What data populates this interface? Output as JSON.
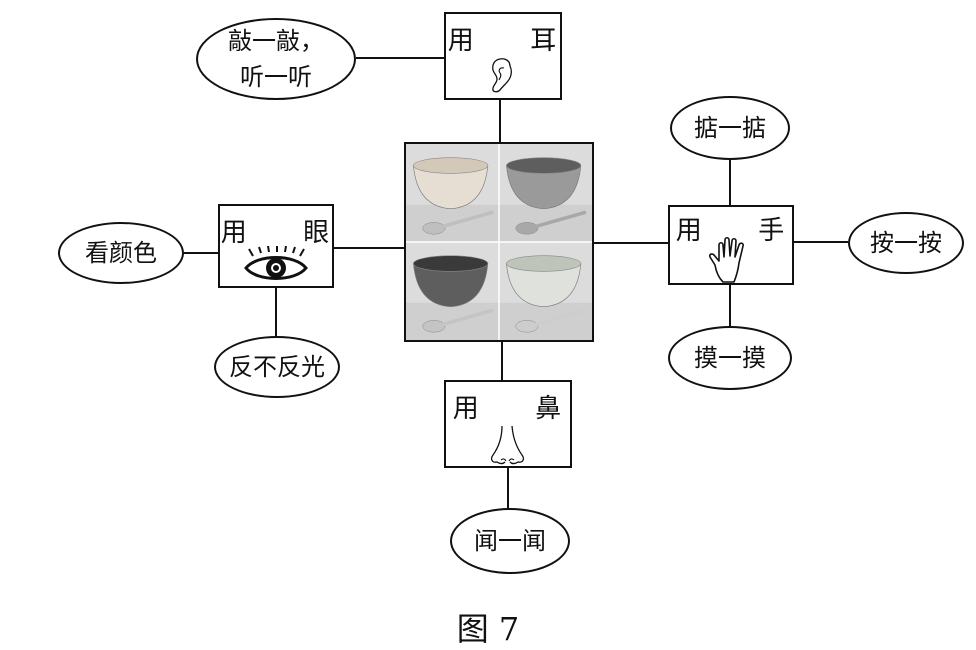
{
  "center": {
    "photo_alt": "bowls and spoons",
    "panels": [
      {
        "bowl_color": "#e6ded2",
        "bowl_inner": "#d4c9b9",
        "spoon_color": "#bfbfbf"
      },
      {
        "bowl_color": "#9a9a9a",
        "bowl_inner": "#5e5e5e",
        "spoon_color": "#a8a8a8"
      },
      {
        "bowl_color": "#5e5e5e",
        "bowl_inner": "#3a3a3a",
        "spoon_color": "#c4c4c4"
      },
      {
        "bowl_color": "#dfe2dc",
        "bowl_inner": "#bfc4ba",
        "spoon_color": "#cdcdcd"
      }
    ]
  },
  "senses": {
    "ear": {
      "label_a": "用",
      "label_b": "耳",
      "icon": "ear-icon"
    },
    "eye": {
      "label_a": "用",
      "label_b": "眼",
      "icon": "eye-icon"
    },
    "hand": {
      "label_a": "用",
      "label_b": "手",
      "icon": "hand-icon"
    },
    "nose": {
      "label_a": "用",
      "label_b": "鼻",
      "icon": "nose-icon"
    }
  },
  "actions": {
    "tap_listen": "敲一敲，\n听一听",
    "see_color": "看颜色",
    "reflect": "反不反光",
    "squeeze": "掂一掂",
    "press": "按一按",
    "touch": "摸一摸",
    "smell": "闻一闻"
  },
  "caption": "图 7"
}
